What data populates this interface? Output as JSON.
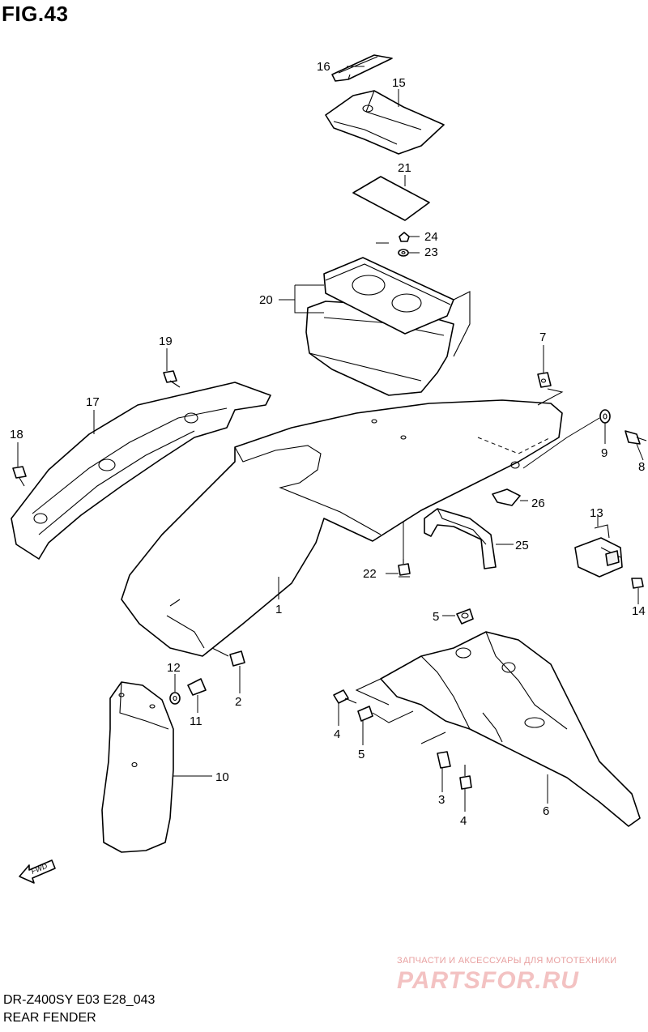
{
  "figure": {
    "title": "FIG.43",
    "model_code": "DR-Z400SY E03 E28_043",
    "section_name": "REAR FENDER"
  },
  "watermark": {
    "tagline": "ЗАПЧАСТИ И АКСЕССУАРЫ ДЛЯ МОТОТЕХНИКИ",
    "logo_text": "PARTSFOR.RU"
  },
  "arrow_label": "FWD",
  "callouts": {
    "p1": "1",
    "p2": "2",
    "p3": "3",
    "p4a": "4",
    "p4b": "4",
    "p5a": "5",
    "p5b": "5",
    "p6": "6",
    "p7": "7",
    "p8": "8",
    "p9": "9",
    "p10": "10",
    "p11": "11",
    "p12": "12",
    "p13": "13",
    "p14": "14",
    "p15": "15",
    "p16": "16",
    "p17": "17",
    "p18": "18",
    "p19": "19",
    "p20": "20",
    "p21": "21",
    "p22": "22",
    "p23": "23",
    "p24": "24",
    "p25": "25",
    "p26": "26"
  }
}
